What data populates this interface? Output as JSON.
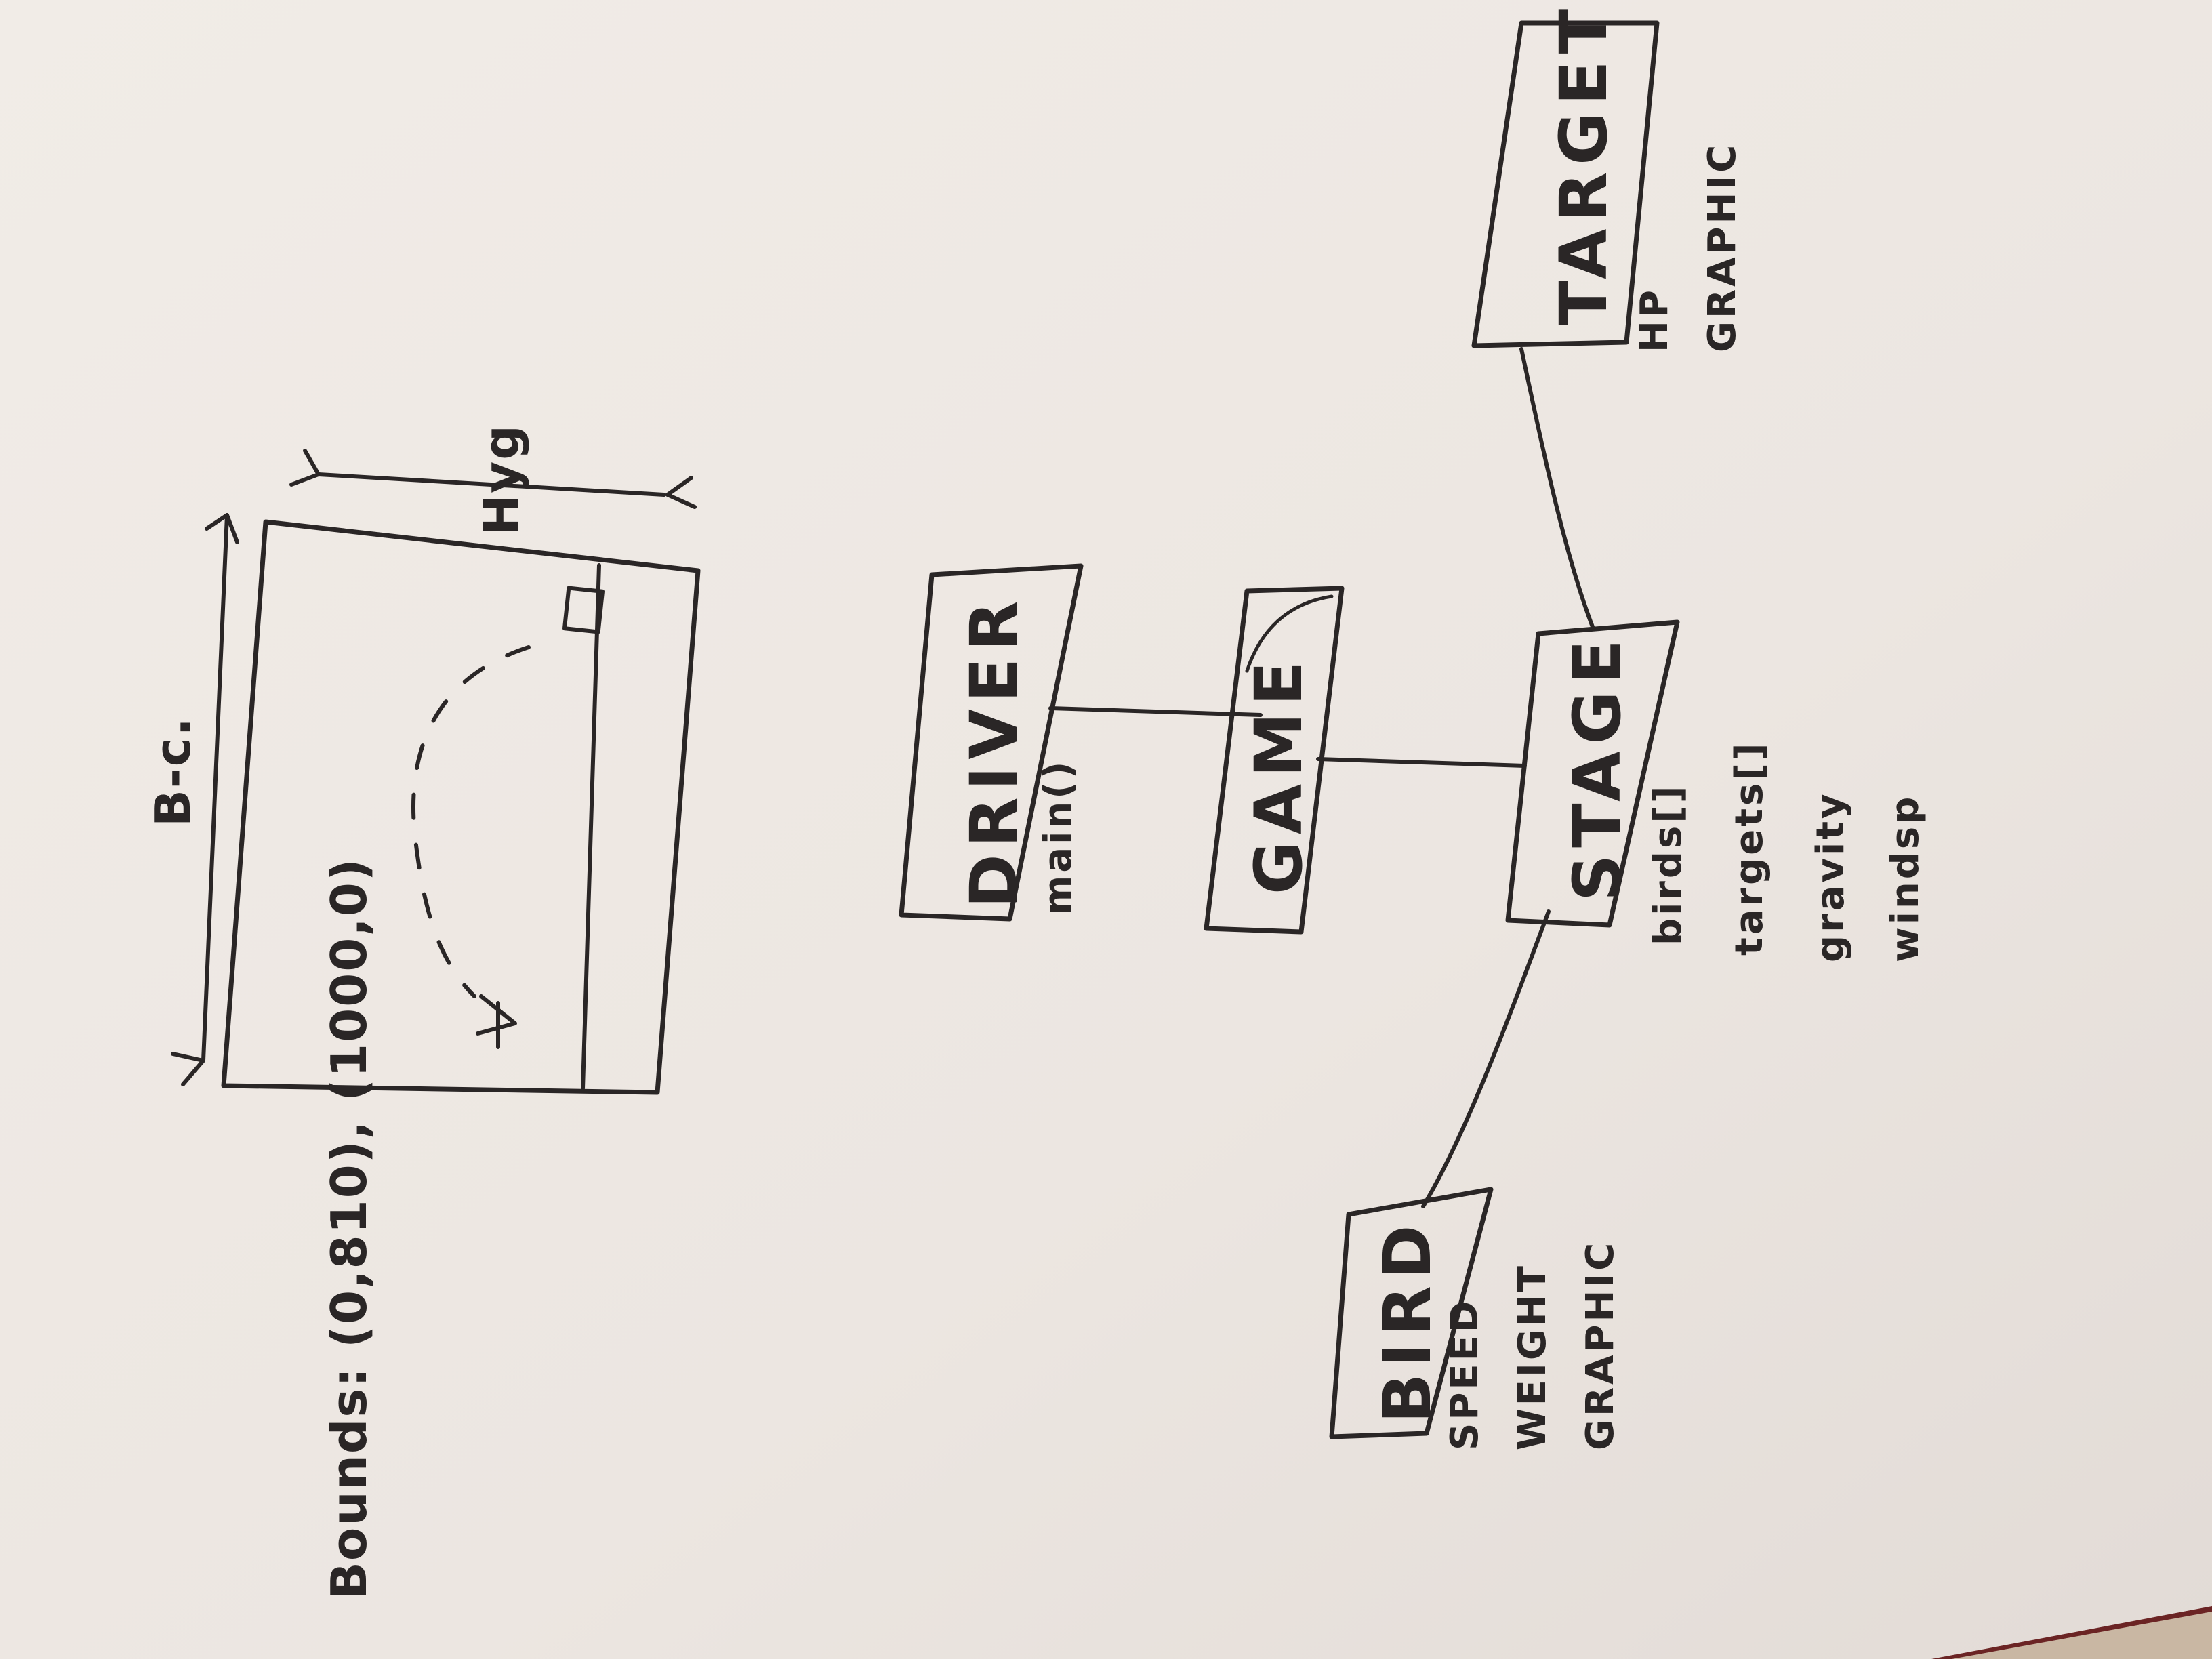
{
  "page": {
    "paper_color": "#efe9e4",
    "ink_color": "#2a2626",
    "table_color": "#6b2424"
  },
  "sketch": {
    "bounds_note": "Bounds: (0,810), (1000,0)",
    "width_mark": "B-c.",
    "height_mark": "Hyg"
  },
  "diagram": {
    "driver": {
      "label": "DRIVER",
      "attributes": [
        "main()"
      ]
    },
    "game": {
      "label": "GAME",
      "attributes": []
    },
    "stage": {
      "label": "STAGE",
      "attributes": [
        "birds[]",
        "targets[]",
        "gravity",
        "windsp"
      ]
    },
    "bird": {
      "label": "BIRD",
      "attributes": [
        "SPEED",
        "WEIGHT",
        "GRAPHIC"
      ]
    },
    "target": {
      "label": "TARGET",
      "attributes": [
        "HP",
        "GRAPHIC"
      ]
    }
  }
}
